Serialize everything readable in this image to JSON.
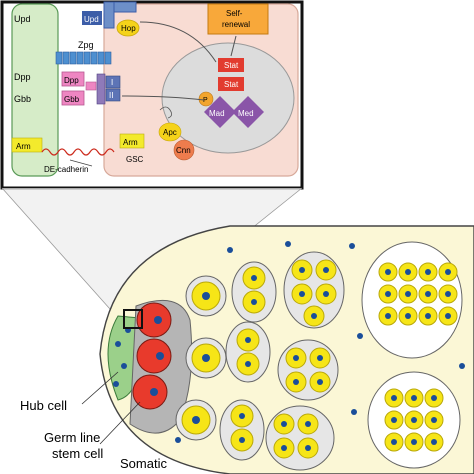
{
  "inset": {
    "hub_labels": {
      "upd": "Upd",
      "dpp": "Dpp",
      "gbb": "Gbb"
    },
    "ligand_labels": {
      "upd": "Upd",
      "dpp": "Dpp",
      "gbb": "Gbb"
    },
    "receptor_labels": {
      "type1": "I",
      "type2": "II"
    },
    "hop": "Hop",
    "zpg": "Zpg",
    "self_renewal": [
      "Self-",
      "renewal"
    ],
    "stat1": "Stat",
    "stat2": "Stat",
    "p": "P",
    "mad": "Mad",
    "med": "Med",
    "arm_hub": "Arm",
    "arm_gsc": "Arm",
    "apc": "Apc",
    "cnn": "Cnn",
    "gsc": "GSC",
    "de_cadherin": "DE-cadherin"
  },
  "tissue": {
    "hub_cell": "Hub cell",
    "germ_line": [
      "Germ line",
      "stem cell"
    ],
    "somatic": "Somatic"
  },
  "colors": {
    "hub_fill": "#d6ecc8",
    "gsc_fill": "#f8dcd3",
    "nucleus_fill": "#d9d9d9",
    "stat": "#e23b2f",
    "mad_med": "#8a55a8",
    "ligand": "#ee86c2",
    "receptor": "#5d74b6",
    "yellow_cell": "#f6e517",
    "blue_nucleus": "#1a4e9a",
    "tissue_bg": "#fbf7d6"
  }
}
